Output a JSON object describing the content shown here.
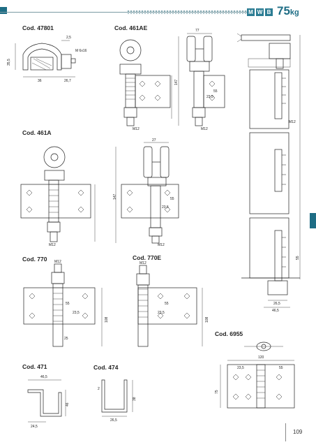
{
  "header": {
    "logo_letters": [
      "M",
      "W",
      "B"
    ],
    "weight_value": "75",
    "weight_unit": "kg",
    "accent_color": "#1e6d85"
  },
  "codes": {
    "c47801": "Cod. 47801",
    "c461ae": "Cod. 461AE",
    "c461a": "Cod. 461A",
    "c770": "Cod. 770",
    "c770e": "Cod. 770E",
    "c6955": "Cod. 6955",
    "c471": "Cod. 471",
    "c474": "Cod. 474"
  },
  "dims": {
    "d47801_a": "2,5",
    "d47801_b": "M 6x16",
    "d47801_c": "35,5",
    "d47801_d": "36",
    "d47801_e": "26,7",
    "d461ae_a": "77",
    "d461ae_b": "147",
    "d461ae_c": "55",
    "d461ae_d": "23,5",
    "d461ae_e": "M12",
    "d461a_a": "27",
    "d461a_b": "147",
    "d461a_c": "55",
    "d461a_d": "23,5",
    "d461a_e": "M12",
    "d770_a": "M12",
    "d770_b": "55",
    "d770_c": "23,5",
    "d770_d": "108",
    "d770_e": "25",
    "d770e_a": "M12",
    "d770e_b": "55",
    "d770e_c": "23,5",
    "d770e_d": "108",
    "d6955_a": "120",
    "d6955_b": "23,5",
    "d6955_c": "55",
    "d6955_d": "75",
    "d471_a": "46,5",
    "d471_b": "46",
    "d471_c": "24,5",
    "d474_a": "38",
    "d474_b": "26,5",
    "d474_c": "2",
    "side_a": "M12",
    "side_b": "55",
    "side_c": "26,5",
    "side_d": "46,5"
  },
  "page_number": "109"
}
